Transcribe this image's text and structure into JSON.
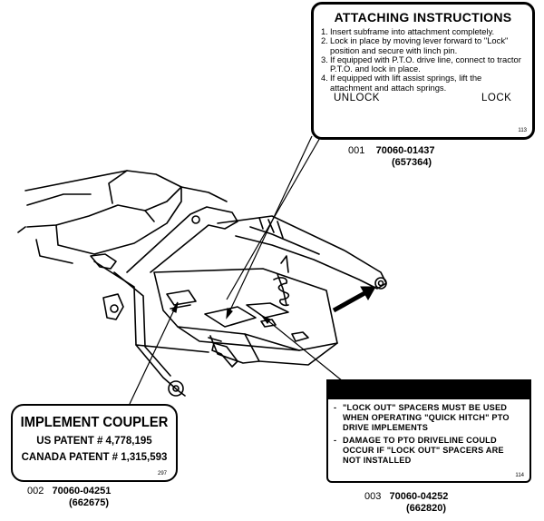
{
  "attaching_decal": {
    "title": "ATTACHING INSTRUCTIONS",
    "steps": [
      {
        "num": "1.",
        "text": "Insert subframe into attachment completely."
      },
      {
        "num": "2.",
        "text": "Lock in place by moving lever forward to \"Lock\" position and secure with linch pin."
      },
      {
        "num": "3.",
        "text": "If equipped with P.T.O. drive line, connect to tractor P.T.O. and lock in place."
      },
      {
        "num": "4.",
        "text": "If equipped with lift assist springs, lift the attachment and attach springs."
      }
    ],
    "unlock_label": "UNLOCK",
    "lock_label": "LOCK",
    "code": "113"
  },
  "attaching_part": {
    "index": "001",
    "number": "70060-01437",
    "alt_number": "(657364)"
  },
  "coupler_decal": {
    "title": "IMPLEMENT COUPLER",
    "us_patent": "US PATENT # 4,778,195",
    "canada_patent": "CANADA PATENT # 1,315,593",
    "code": "297"
  },
  "coupler_part": {
    "index": "002",
    "number": "70060-04251",
    "alt_number": "(662675)"
  },
  "warning_decal": {
    "items": [
      "\"LOCK OUT\" SPACERS MUST BE USED WHEN OPERATING \"QUICK HITCH\" PTO DRIVE IMPLEMENTS",
      "DAMAGE TO PTO DRIVELINE COULD OCCUR IF \"LOCK OUT\" SPACERS ARE NOT INSTALLED"
    ],
    "code": "114"
  },
  "warning_part": {
    "index": "003",
    "number": "70060-04252",
    "alt_number": "(662820)"
  }
}
